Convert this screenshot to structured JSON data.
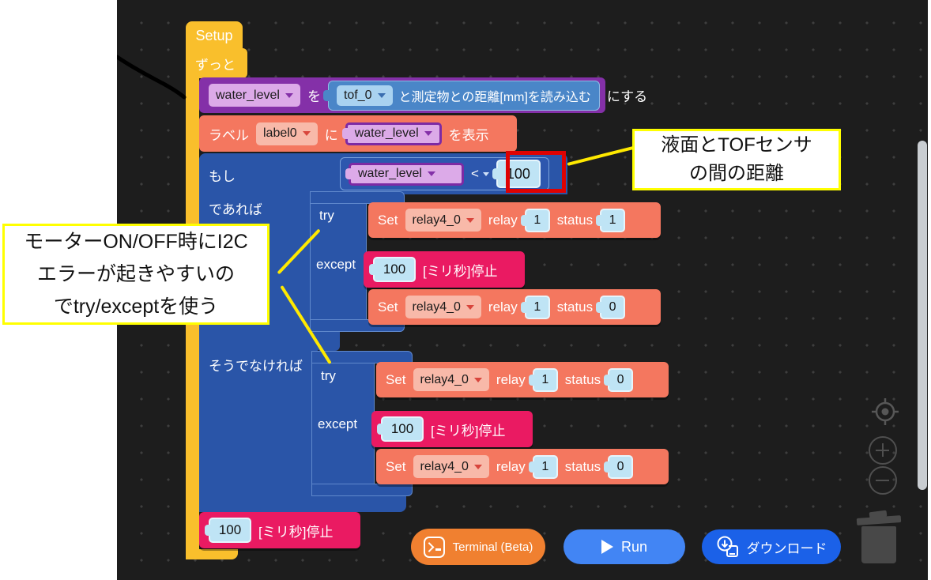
{
  "canvas": {
    "setup_label": "Setup",
    "loop_label": "ずっと",
    "set_variable": {
      "variable": "water_level",
      "particle": "を",
      "sensor": "tof_0",
      "sensor_action": "と測定物との距離[mm]を読み込む",
      "suffix": "にする"
    },
    "label_display": {
      "prefix": "ラベル",
      "label": "label0",
      "particle": "に",
      "variable": "water_level",
      "suffix": "を表示"
    },
    "if_block": {
      "if_label": "もし",
      "then_label": "であれば",
      "else_label": "そうでなければ",
      "condition": {
        "variable": "water_level",
        "operator": "<",
        "value": "100"
      }
    },
    "try_except": {
      "try_label": "try",
      "except_label": "except"
    },
    "set_relay": {
      "set_label": "Set",
      "device": "relay4_0",
      "relay_label": "relay",
      "relay_value": "1",
      "status_label": "status",
      "status_values": [
        "1",
        "0",
        "0",
        "0"
      ]
    },
    "wait": {
      "value": "100",
      "label": "[ミリ秒]停止"
    }
  },
  "annotations": {
    "distance_note": {
      "line1": "液面とTOFセンサ",
      "line2": "の間の距離"
    },
    "try_note": {
      "line1": "モーターON/OFF時にI2C",
      "line2": "エラーが起きやすいの",
      "line3": "でtry/exceptを使う"
    }
  },
  "toolbar": {
    "terminal_label": "Terminal (Beta)",
    "run_label": "Run",
    "download_label": "ダウンロード"
  },
  "colors": {
    "canvas_bg": "#1d1d1d",
    "loop_yellow": "#f9bf2c",
    "variable_purple": "#8430a8",
    "label_salmon": "#f4775f",
    "logic_blue": "#2a55a8",
    "wait_pink": "#ea1a62",
    "sensor_blue": "#4a86c8",
    "value_lightblue": "#bfe4f5",
    "highlight_red": "#de0202",
    "annotation_yellow": "#ffff00",
    "terminal_orange": "#f08030",
    "run_blue": "#4285f4",
    "download_blue": "#1b61e8"
  }
}
